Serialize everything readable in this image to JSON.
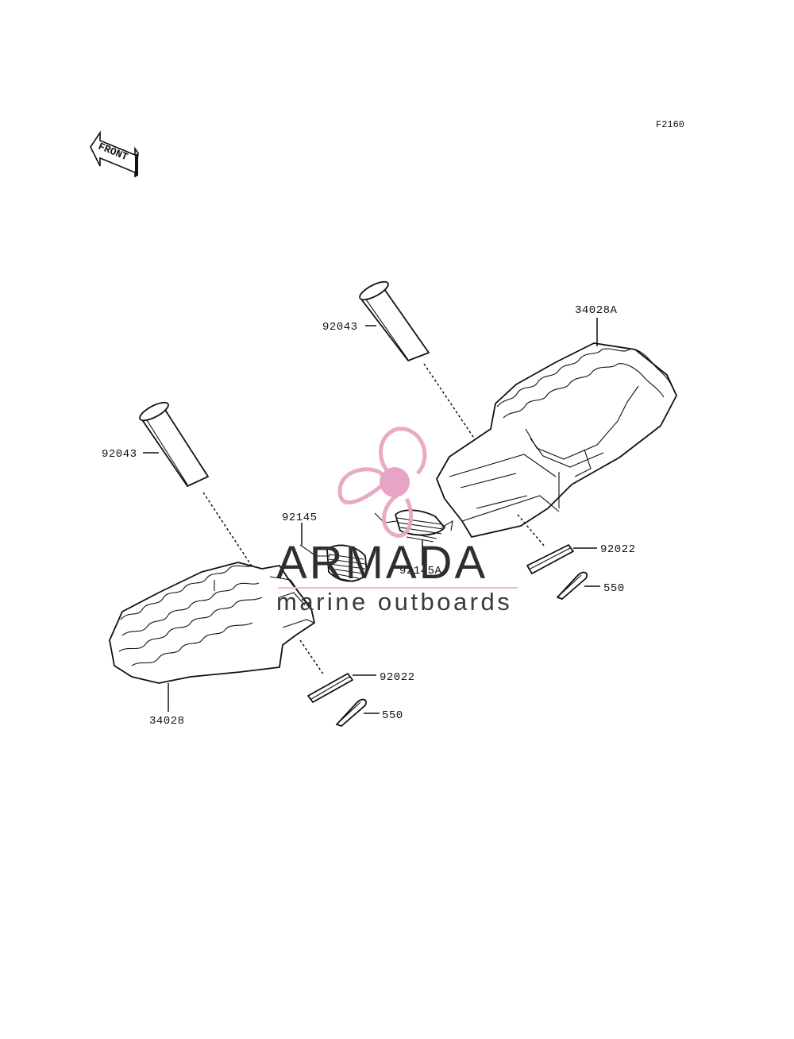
{
  "figure_code": "F2160",
  "front_arrow": {
    "text": "FRONT",
    "icon": "front-direction-arrow-icon"
  },
  "parts": {
    "pin_right": "92043",
    "step_right": "34028A",
    "pin_left": "92043",
    "spring_left": "92145",
    "spring_right": "92145A",
    "washer_right": "92022",
    "cotter_right": "550",
    "washer_left": "92022",
    "cotter_left": "550",
    "step_left": "34028"
  },
  "watermark": {
    "title": "ARMADA",
    "subtitle": "marine outboards",
    "logo_icon": "propeller-logo-icon",
    "colors": {
      "logo": "#e8a6c4",
      "hub": "#e7a0c1",
      "rule": "#f0b7d0"
    }
  }
}
